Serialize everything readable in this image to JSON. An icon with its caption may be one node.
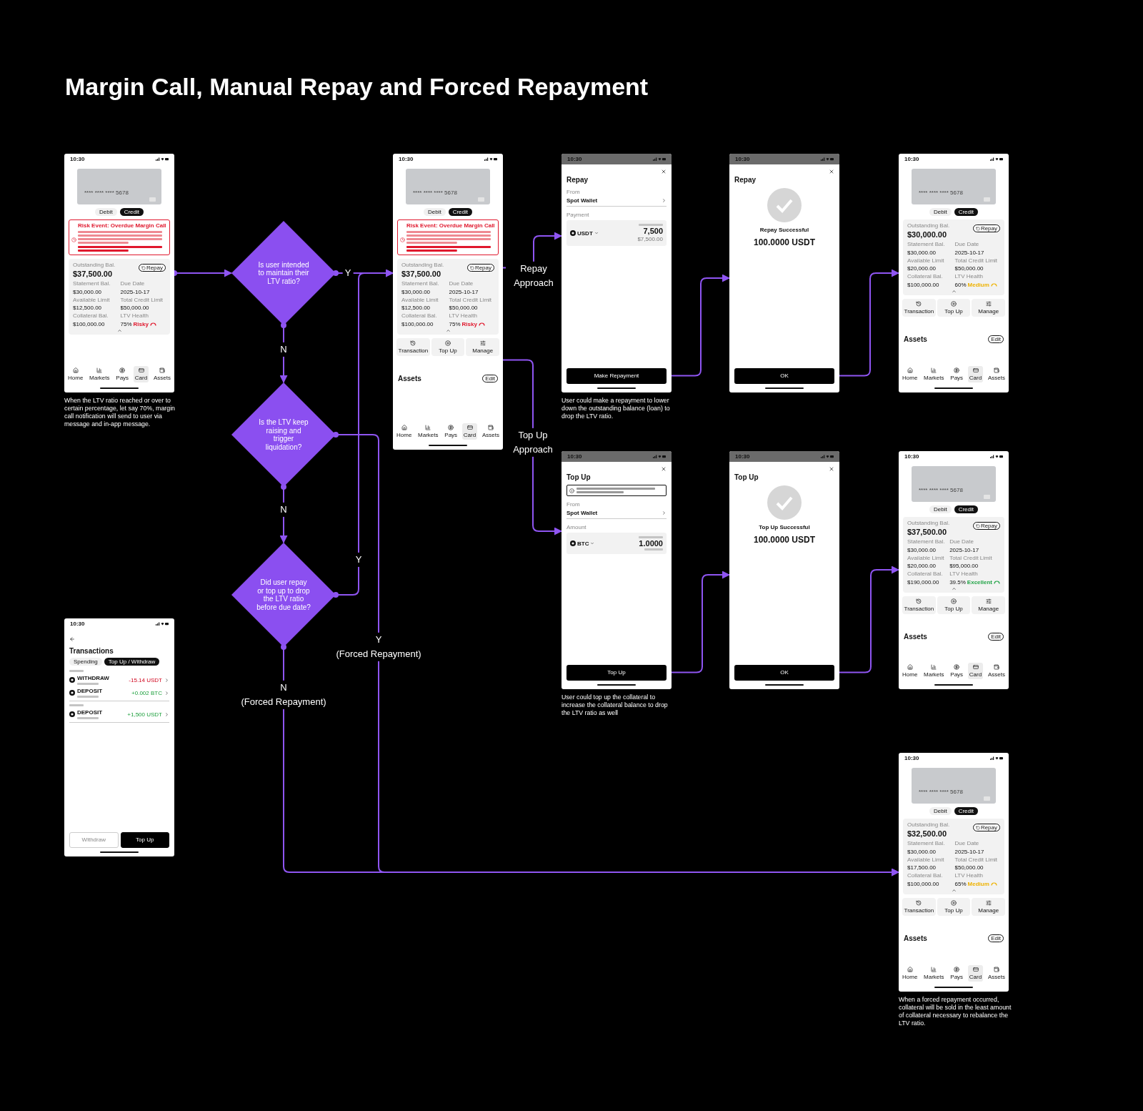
{
  "diagram": {
    "title": "Margin Call, Manual Repay and Forced Repayment",
    "nodes": [
      {
        "text": [
          "10:30",
          "**** **** **** 5678",
          "Debit",
          "Credit",
          "Risk Event: Overdue Margin Call",
          "Outstanding Bal.",
          "$37,500.00",
          "Repay",
          "Statement Bal.",
          "$30,000.00",
          "Due Date",
          "2025-10-17",
          "Available Limit",
          "$12,500.00",
          "Total Credit Limit",
          "$50,000.00",
          "Collateral Bal.",
          "$100,000.00",
          "LTV Health",
          "75%",
          "Risky",
          "Home",
          "Markets",
          "Pays",
          "Card",
          "Assets"
        ],
        "beside": [
          "When the LTV ratio reached or over to certain percentage, let say 70%, margin call notification will send to user via message and in-app message."
        ]
      },
      {
        "text": [
          "Is user intended to maintain their LTV ratio?"
        ]
      },
      {
        "text": [
          "Is the LTV keep raising and trigger liquidation?"
        ]
      },
      {
        "text": [
          "Did user repay or top up to drop the LTV ratio before due date?"
        ]
      },
      {
        "text": [
          "10:30",
          "**** **** **** 5678",
          "Debit",
          "Credit",
          "Risk Event: Overdue Margin Call",
          "Outstanding Bal.",
          "$37,500.00",
          "Statement Bal.",
          "$30,000.00",
          "Due Date",
          "2025-10-17",
          "Available Limit",
          "$12,500.00",
          "Total Credit Limit",
          "$50,000.00",
          "Collateral Bal.",
          "$100,000.00",
          "LTV Health",
          "75%",
          "Risky",
          "Assets",
          "Edit",
          "Home",
          "Markets",
          "Pays",
          "Card",
          "Assets"
        ]
      },
      {
        "text": [
          "Repay"
        ],
        "in": 4
      },
      {
        "text": [
          "Transaction"
        ],
        "in": 4
      },
      {
        "text": [
          "Top Up"
        ],
        "in": 4
      },
      {
        "text": [
          "Manage"
        ],
        "in": 4
      },
      {
        "text": [
          "10:30",
          "Repay",
          "From",
          "Spot Wallet",
          "Payment",
          "USDT",
          "7,500",
          "$7,500.00"
        ],
        "beside": [
          "User could make a repayment to lower down the outstanding balance (loan) to drop the LTV ratio."
        ]
      },
      {
        "text": [
          "Make Repayment"
        ],
        "in": 9
      },
      {
        "text": [
          "10:30",
          "Repay",
          "Repay Successful",
          "100.0000 USDT"
        ]
      },
      {
        "text": [
          "OK"
        ],
        "in": 11
      },
      {
        "text": [
          "10:30",
          "**** **** **** 5678",
          "Debit",
          "Credit",
          "Outstanding Bal.",
          "$30,000.00",
          "Repay",
          "Statement Bal.",
          "$30,000.00",
          "Due Date",
          "2025-10-17",
          "Available Limit",
          "$20,000.00",
          "Total Credit Limit",
          "$50,000.00",
          "Collateral Bal.",
          "$100,000.00",
          "LTV Health",
          "60%",
          "Medium",
          "Transaction",
          "Top Up",
          "Manage",
          "Assets",
          "Edit",
          "Home",
          "Markets",
          "Pays",
          "Card",
          "Assets"
        ]
      },
      {
        "text": [
          "10:30",
          "Top Up",
          "From",
          "Spot Wallet",
          "Amount",
          "BTC",
          "1.0000"
        ],
        "beside": [
          "User could top up the collateral to increase the collateral balance to drop the LTV ratio as well"
        ]
      },
      {
        "text": [
          "Top Up"
        ],
        "in": 14
      },
      {
        "text": [
          "10:30",
          "Top Up",
          "Top Up Successful",
          "100.0000 USDT"
        ]
      },
      {
        "text": [
          "OK"
        ],
        "in": 16
      },
      {
        "text": [
          "10:30",
          "**** **** **** 5678",
          "Debit",
          "Credit",
          "Outstanding Bal.",
          "$37,500.00",
          "Repay",
          "Statement Bal.",
          "$30,000.00",
          "Due Date",
          "2025-10-17",
          "Available Limit",
          "$20,000.00",
          "Total Credit Limit",
          "$95,000.00",
          "Collateral Bal.",
          "$190,000.00",
          "LTV Health",
          "39.5%",
          "Excellent",
          "Transaction",
          "Top Up",
          "Manage",
          "Assets",
          "Edit",
          "Home",
          "Markets",
          "Pays",
          "Card",
          "Assets"
        ]
      },
      {
        "text": [
          "10:30",
          "Transactions",
          "Spending",
          "Top Up / Withdraw",
          "WITHDRAW",
          "-15.14 USDT",
          "DEPOSIT",
          "+0.002 BTC",
          "DEPOSIT",
          "+1,500 USDT",
          "Withdraw",
          "Top Up"
        ]
      },
      {
        "text": [
          "10:30",
          "**** **** **** 5678",
          "Debit",
          "Credit",
          "Outstanding Bal.",
          "$32,500.00",
          "Repay",
          "Statement Bal.",
          "$30,000.00",
          "Due Date",
          "2025-10-17",
          "Available Limit",
          "$17,500.00",
          "Total Credit Limit",
          "$50,000.00",
          "Collateral Bal.",
          "$100,000.00",
          "LTV Health",
          "65%",
          "Medium",
          "Transaction",
          "Top Up",
          "Manage",
          "Assets",
          "Edit",
          "Home",
          "Markets",
          "Pays",
          "Card",
          "Assets"
        ],
        "beside": [
          "When a forced repayment occurred, collateral will be sold in the least amount of collateral necessary to rebalance the LTV ratio."
        ]
      }
    ],
    "edges": [
      {
        "from": 0,
        "to": 1,
        "arrow": "to"
      },
      {
        "from": 1,
        "to": 4,
        "arrow": "to",
        "label": "Y"
      },
      {
        "from": 1,
        "to": 2,
        "arrow": "to",
        "label": "N"
      },
      {
        "from": 2,
        "to": 3,
        "arrow": "to",
        "label": "N"
      },
      {
        "from": 2,
        "to": 20,
        "arrow": "to",
        "label": "Y (Forced Repayment)"
      },
      {
        "from": 3,
        "to": 4,
        "arrow": "to",
        "label": "Y"
      },
      {
        "from": 3,
        "to": 20,
        "arrow": "to",
        "label": "N (Forced Repayment)"
      },
      {
        "from": 5,
        "to": 9,
        "arrow": "to",
        "label": "Repay Approach"
      },
      {
        "from": 7,
        "to": 14,
        "arrow": "to",
        "label": "Top Up Approach"
      },
      {
        "from": 10,
        "to": 11,
        "arrow": "to"
      },
      {
        "from": 12,
        "to": 13,
        "arrow": "to"
      },
      {
        "from": 15,
        "to": 16,
        "arrow": "to"
      },
      {
        "from": 17,
        "to": 18,
        "arrow": "to"
      }
    ]
  }
}
